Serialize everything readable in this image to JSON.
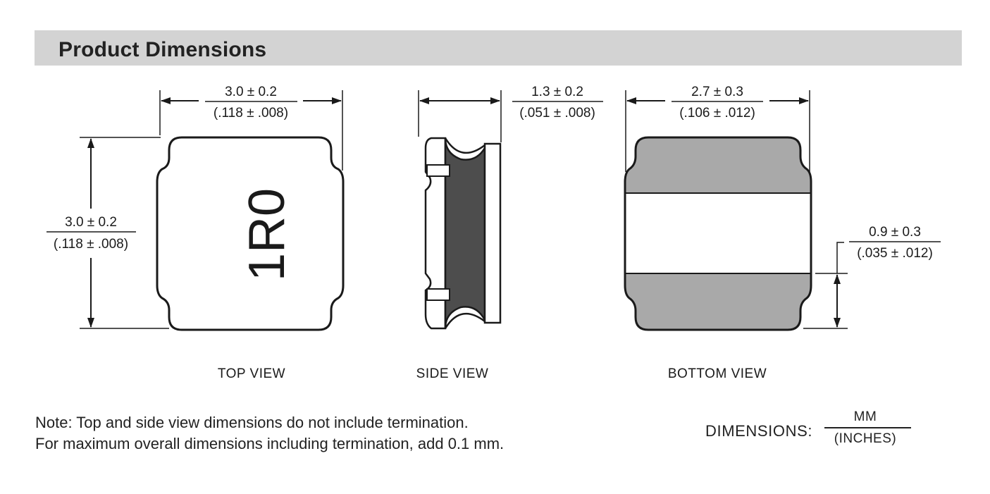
{
  "header": {
    "title": "Product Dimensions"
  },
  "top_view": {
    "marking": "1R0",
    "width_mm": "3.0 ± 0.2",
    "width_in": "(.118 ± .008)",
    "height_mm": "3.0 ± 0.2",
    "height_in": "(.118 ± .008)",
    "label": "TOP VIEW"
  },
  "side_view": {
    "thickness_mm": "1.3 ± 0.2",
    "thickness_in": "(.051 ± .008)",
    "label": "SIDE VIEW"
  },
  "bottom_view": {
    "width_mm": "2.7 ± 0.3",
    "width_in": "(.106 ± .012)",
    "terminal_mm": "0.9 ± 0.3",
    "terminal_in": "(.035 ± .012)",
    "label": "BOTTOM VIEW"
  },
  "note": {
    "line1": "Note: Top and side view dimensions do not include termination.",
    "line2": "For maximum overall dimensions including termination, add 0.1 mm."
  },
  "legend": {
    "label": "DIMENSIONS:",
    "numerator": "MM",
    "denominator": "(INCHES)"
  },
  "colors": {
    "header_bg": "#d3d3d3",
    "terminal_fill": "#a9a9a9",
    "core_fill": "#4d4d4d",
    "line": "#1a1a1a"
  }
}
